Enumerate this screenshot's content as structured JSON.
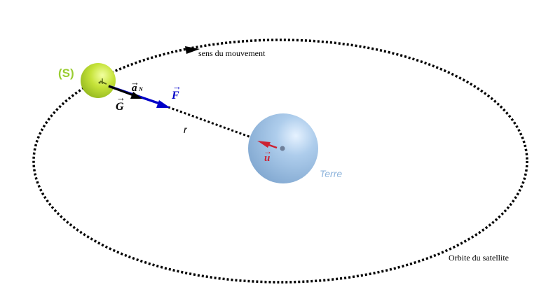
{
  "labels": {
    "satellite": "(S)",
    "earth": "Terre",
    "orbit": "Orbite du satellite",
    "motion": "sens du mouvement",
    "distance": "r"
  },
  "vectors": {
    "acceleration": {
      "letter": "a",
      "subscript": "N"
    },
    "gravity_field": {
      "letter": "G"
    },
    "force": {
      "letter": "F"
    },
    "unit": {
      "letter": "u"
    }
  },
  "colors": {
    "satellite": "#9ACD32",
    "satellite_label": "#9ACD32",
    "earth": "#8FB5DC",
    "earth_label": "#8FB5DC",
    "force_vector": "#0000C8",
    "unit_vector": "#CC2233",
    "orbit": "#000000"
  }
}
